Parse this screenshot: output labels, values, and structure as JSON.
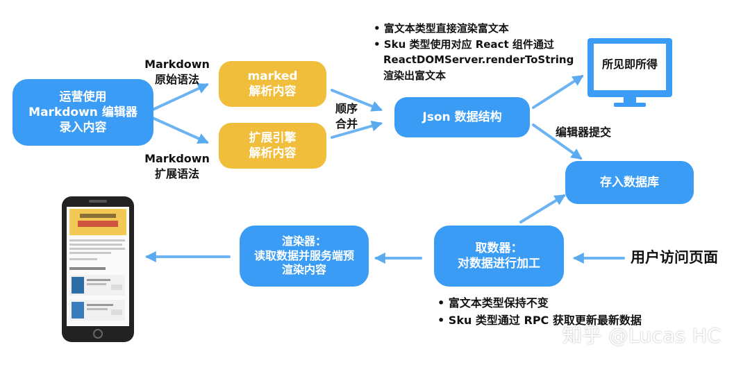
{
  "nodes": {
    "editor": {
      "lines": [
        "运营使用",
        "Markdown 编辑器",
        "录入内容"
      ]
    },
    "marked": {
      "lines": [
        "marked",
        "解析内容"
      ]
    },
    "ext": {
      "lines": [
        "扩展引擎",
        "解析内容"
      ]
    },
    "json": {
      "lines": [
        "Json 数据结构"
      ]
    },
    "store": {
      "lines": [
        "存入数据库"
      ]
    },
    "fetch": {
      "lines": [
        "取数器：",
        "对数据进行加工"
      ]
    },
    "render": {
      "lines": [
        "渲染器：",
        "读取数据并服务端预",
        "渲染内容"
      ]
    }
  },
  "labels": {
    "md_raw": [
      "Markdown",
      "原始语法"
    ],
    "md_ext": [
      "Markdown",
      "扩展语法"
    ],
    "merge": [
      "顺序",
      "合并"
    ],
    "submit": "编辑器提交",
    "wysiwyg": "所见即所得",
    "user_visit": "用户访问页面"
  },
  "notes_top": [
    "• 富文本类型直接渲染富文本",
    "• Sku 类型使用对应 React 组件通过",
    "ReactDOMServer.renderToString",
    "渲染出富文本"
  ],
  "notes_bottom": [
    "• 富文本类型保持不变",
    "• Sku 类型通过 RPC 获取更新最新数据"
  ],
  "watermark": "知乎 @Lucas HC",
  "colors": {
    "blue": "#3a9cf5",
    "yellow": "#f1be3c",
    "arrow": "#5aaaf0"
  }
}
